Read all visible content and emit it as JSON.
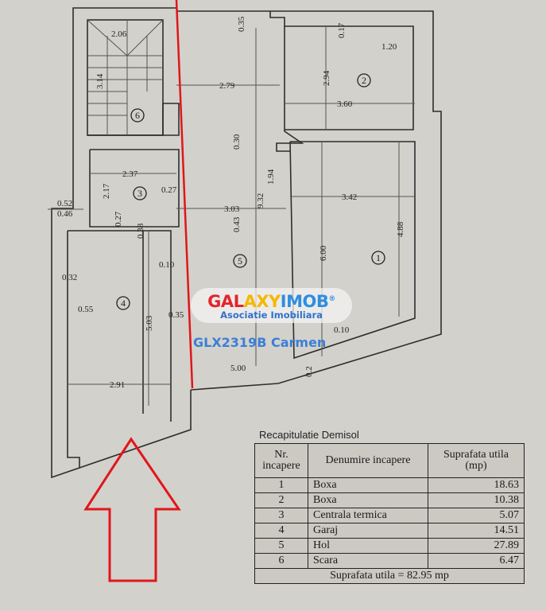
{
  "plan": {
    "rooms": [
      "1",
      "2",
      "3",
      "4",
      "5",
      "6"
    ],
    "dims": [
      "2.06",
      "3.14",
      "2.79",
      "0.35",
      "0.17",
      "1.20",
      "2.94",
      "3.60",
      "0.30",
      "2.37",
      "2.17",
      "0.27",
      "3.03",
      "9.32",
      "1.94",
      "3.42",
      "0.43",
      "0.52",
      "0.46",
      "0.27",
      "0.38",
      "0.10",
      "6.00",
      "4.88",
      "0.32",
      "0.55",
      "5.03",
      "0.35",
      "0.10",
      "5.00",
      "2.91",
      "0.2"
    ],
    "wall_color": "#2e2e2e",
    "divider_color": "#e0161b"
  },
  "watermark": {
    "logo_letters": [
      "G",
      "A",
      "L",
      "A",
      "X",
      "Y",
      "I",
      "M",
      "O",
      "B"
    ],
    "logo_colors": [
      "#e3262b",
      "#e3262b",
      "#e3262b",
      "#f5b800",
      "#f5b800",
      "#f5b800",
      "#2f8ee0",
      "#2f8ee0",
      "#2f8ee0",
      "#2f8ee0"
    ],
    "registered": "®",
    "subtitle": "Asociatie Imobiliara",
    "listing_code": "GLX2319B  Carmen"
  },
  "table": {
    "title": "Recapitulatie Demisol",
    "headers": [
      "Nr. incapere",
      "Denumire incapere",
      "Suprafata utila (mp)"
    ],
    "rows": [
      {
        "nr": "1",
        "name": "Boxa",
        "area": "18.63"
      },
      {
        "nr": "2",
        "name": "Boxa",
        "area": "10.38"
      },
      {
        "nr": "3",
        "name": "Centrala termica",
        "area": "5.07"
      },
      {
        "nr": "4",
        "name": "Garaj",
        "area": "14.51"
      },
      {
        "nr": "5",
        "name": "Hol",
        "area": "27.89"
      },
      {
        "nr": "6",
        "name": "Scara",
        "area": "6.47"
      }
    ],
    "total": "Suprafata utila = 82.95 mp"
  }
}
